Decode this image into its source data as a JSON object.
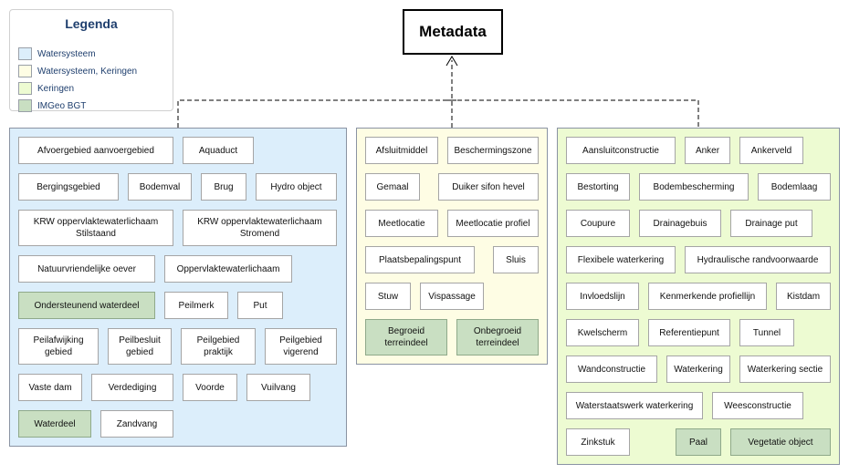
{
  "legend": {
    "title": "Legenda",
    "items": [
      {
        "label": "Watersysteem",
        "color": "#dceefb"
      },
      {
        "label": "Watersysteem, Keringen",
        "color": "#fefde4"
      },
      {
        "label": "Keringen",
        "color": "#edfbd2"
      },
      {
        "label": "IMGeo BGT",
        "color": "#c9dfc2"
      }
    ]
  },
  "metadata": {
    "label": "Metadata"
  },
  "colors": {
    "watersysteem": "#dceefb",
    "watersysteem_keringen": "#fefde4",
    "keringen": "#edfbd2",
    "imgeo": "#c9dfc2"
  },
  "panels": {
    "watersysteem": {
      "nodes": [
        {
          "label": "Afvoergebied aanvoergebied"
        },
        {
          "label": "Aquaduct"
        },
        {
          "label": "Bergingsgebied"
        },
        {
          "label": "Bodemval"
        },
        {
          "label": "Brug"
        },
        {
          "label": "Hydro object"
        },
        {
          "label": "KRW oppervlaktewaterlichaam Stilstaand"
        },
        {
          "label": "KRW oppervlaktewaterlichaam Stromend"
        },
        {
          "label": "Natuurvriendelijke oever"
        },
        {
          "label": "Oppervlaktewaterlichaam"
        },
        {
          "label": "Ondersteunend waterdeel",
          "imgeo": true
        },
        {
          "label": "Peilmerk"
        },
        {
          "label": "Put"
        },
        {
          "label": "Peilafwijking gebied"
        },
        {
          "label": "Peilbesluit gebied"
        },
        {
          "label": "Peilgebied praktijk"
        },
        {
          "label": "Peilgebied vigerend"
        },
        {
          "label": "Vaste dam"
        },
        {
          "label": "Verdediging"
        },
        {
          "label": "Voorde"
        },
        {
          "label": "Vuilvang"
        },
        {
          "label": "Waterdeel",
          "imgeo": true
        },
        {
          "label": "Zandvang"
        }
      ]
    },
    "watersysteem_keringen": {
      "nodes": [
        {
          "label": "Afsluitmiddel"
        },
        {
          "label": "Beschermingszone"
        },
        {
          "label": "Gemaal"
        },
        {
          "label": "Duiker sifon hevel"
        },
        {
          "label": "Meetlocatie"
        },
        {
          "label": "Meetlocatie profiel"
        },
        {
          "label": "Plaatsbepalingspunt"
        },
        {
          "label": "Sluis"
        },
        {
          "label": "Stuw"
        },
        {
          "label": "Vispassage"
        },
        {
          "label": "Begroeid terreindeel",
          "imgeo": true
        },
        {
          "label": "Onbegroeid terreindeel",
          "imgeo": true
        }
      ]
    },
    "keringen": {
      "nodes": [
        {
          "label": "Aansluitconstructie"
        },
        {
          "label": "Anker"
        },
        {
          "label": "Ankerveld"
        },
        {
          "label": "Bestorting"
        },
        {
          "label": "Bodembescherming"
        },
        {
          "label": "Bodemlaag"
        },
        {
          "label": "Coupure"
        },
        {
          "label": "Drainagebuis"
        },
        {
          "label": "Drainage put"
        },
        {
          "label": "Flexibele waterkering"
        },
        {
          "label": "Hydraulische randvoorwaarde"
        },
        {
          "label": "Invloedslijn"
        },
        {
          "label": "Kenmerkende profiellijn"
        },
        {
          "label": "Kistdam"
        },
        {
          "label": "Kwelscherm"
        },
        {
          "label": "Referentiepunt"
        },
        {
          "label": "Tunnel"
        },
        {
          "label": "Wandconstructie"
        },
        {
          "label": "Waterkering"
        },
        {
          "label": "Waterkering sectie"
        },
        {
          "label": "Waterstaatswerk waterkering"
        },
        {
          "label": "Weesconstructie"
        },
        {
          "label": "Zinkstuk"
        },
        {
          "label": "Paal",
          "imgeo": true
        },
        {
          "label": "Vegetatie object",
          "imgeo": true
        }
      ]
    }
  }
}
